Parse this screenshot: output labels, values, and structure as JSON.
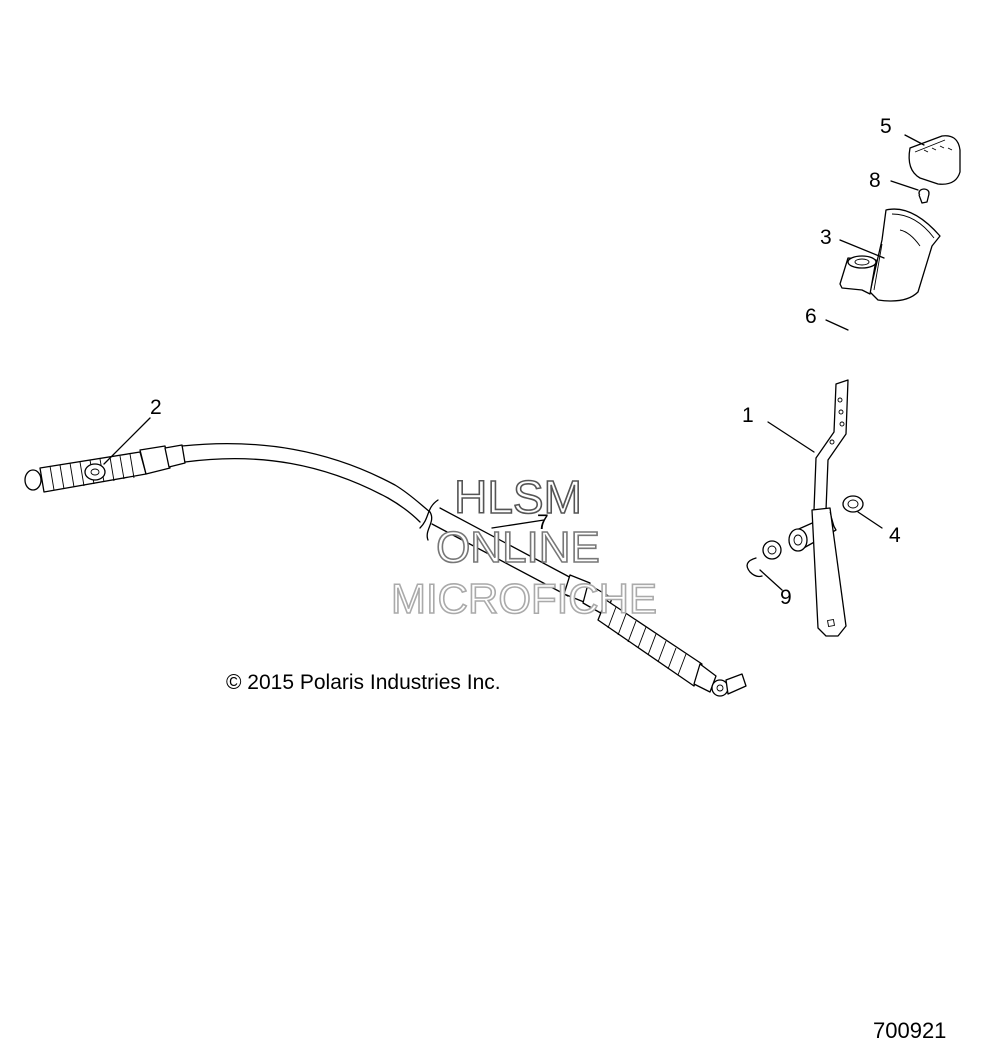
{
  "callouts": [
    {
      "id": "1",
      "label": "1"
    },
    {
      "id": "2",
      "label": "2"
    },
    {
      "id": "3",
      "label": "3"
    },
    {
      "id": "4",
      "label": "4"
    },
    {
      "id": "5",
      "label": "5"
    },
    {
      "id": "6",
      "label": "6"
    },
    {
      "id": "7",
      "label": "7"
    },
    {
      "id": "8",
      "label": "8"
    },
    {
      "id": "9",
      "label": "9"
    }
  ],
  "watermark": {
    "line1": "HLSM",
    "line2": "ONLINE",
    "line3": "MICROFICHE"
  },
  "copyright": "© 2015 Polaris Industries Inc.",
  "figure_number": "700921"
}
